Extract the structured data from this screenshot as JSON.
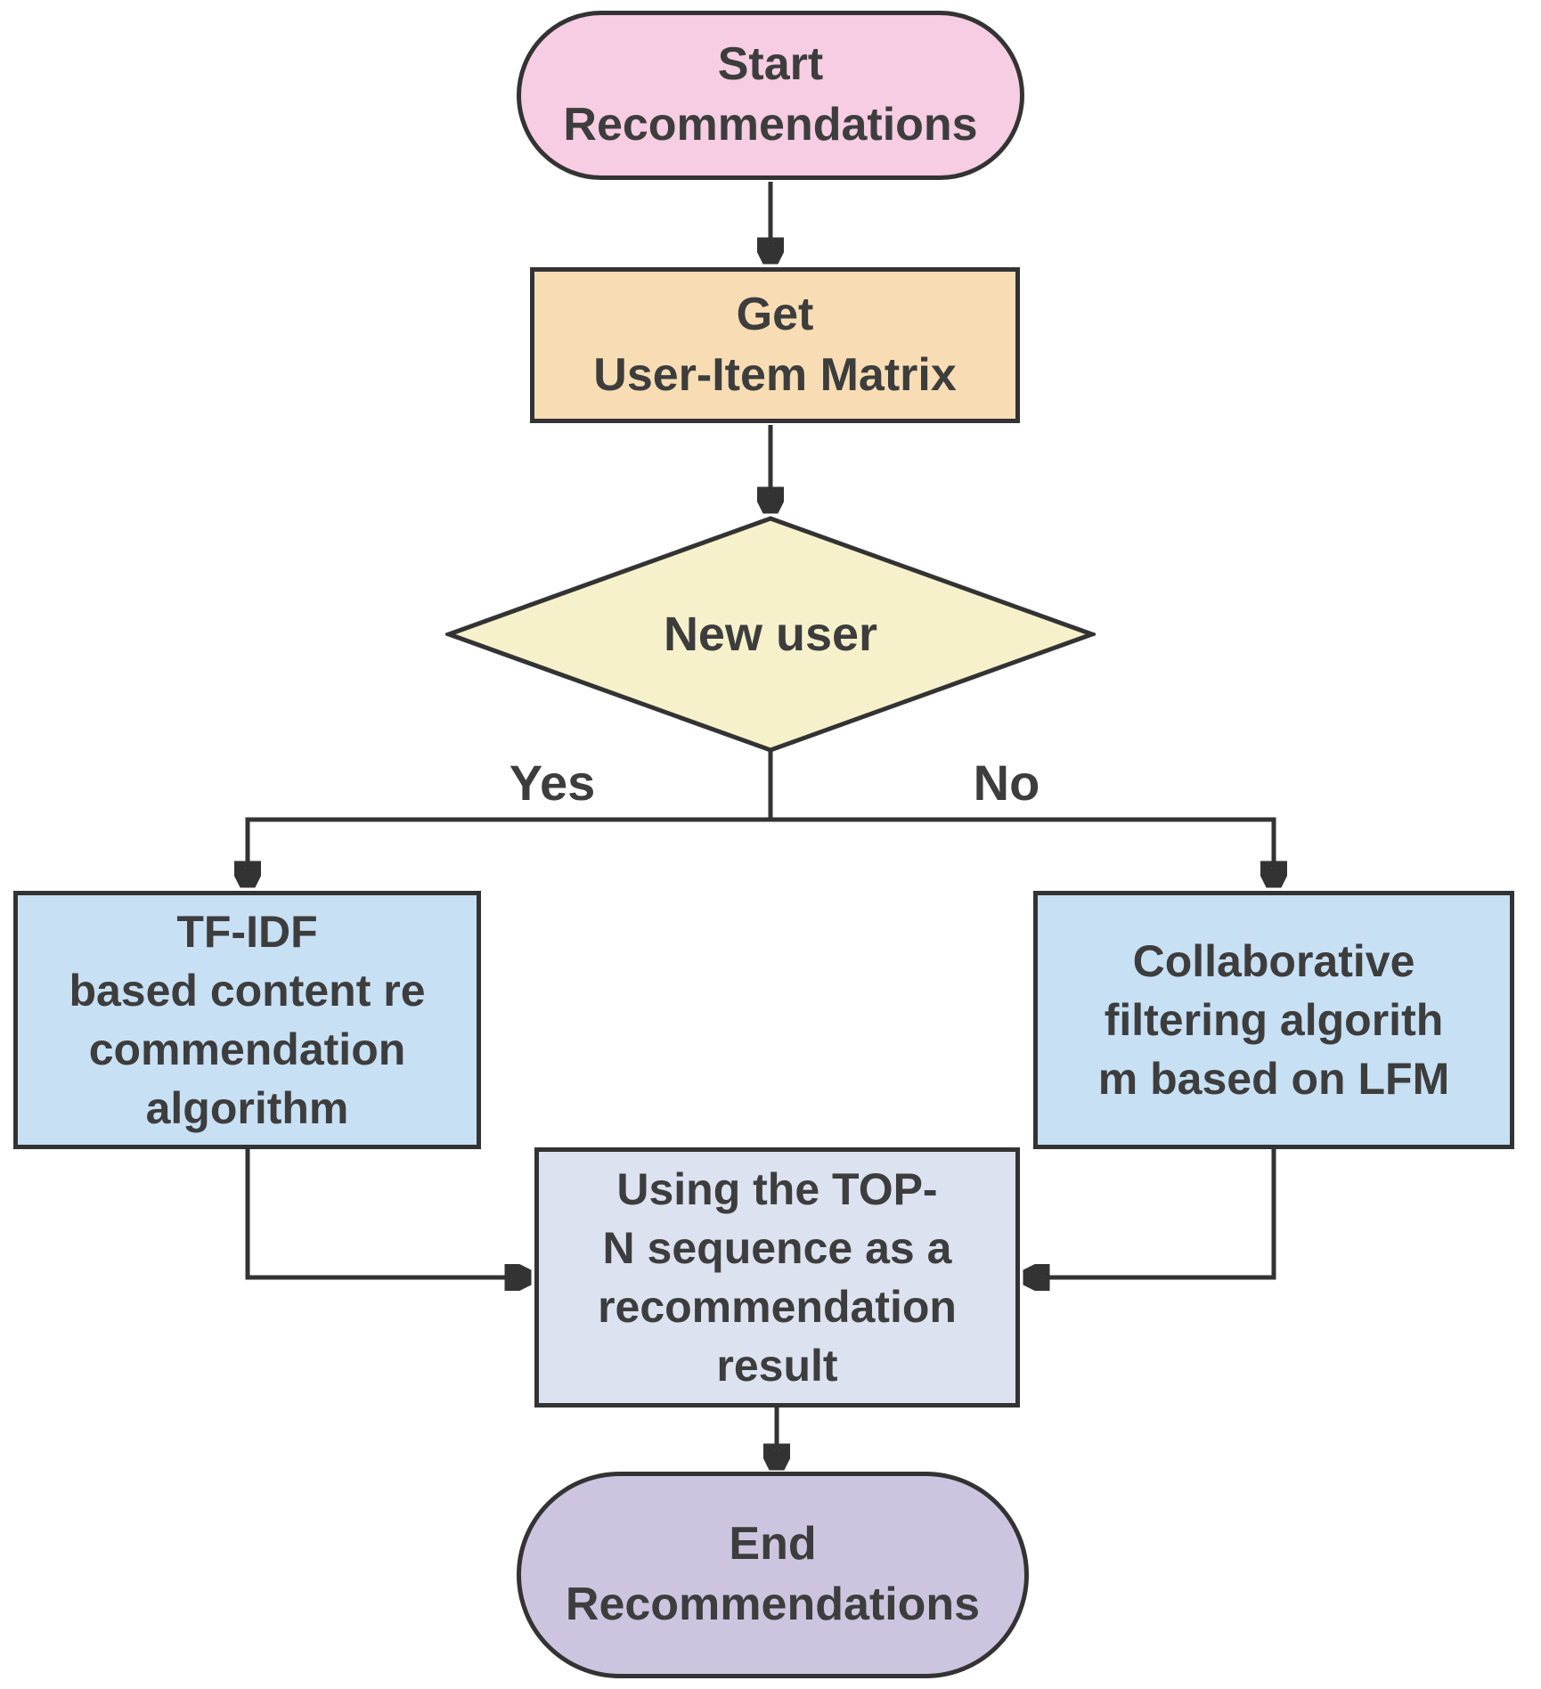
{
  "diagram": {
    "type": "flowchart",
    "nodes": {
      "start": {
        "label": "Start\nRecommendations",
        "shape": "stadium",
        "fill": "#F6CDE2"
      },
      "get_matrix": {
        "label": "Get\nUser-Item Matrix",
        "shape": "rectangle",
        "fill": "#F8DDB4"
      },
      "decision": {
        "label": "New user",
        "shape": "diamond",
        "fill": "#F6F1CB"
      },
      "content_based": {
        "label": "TF-IDF\nbased content re\ncommendation\nalgorithm",
        "shape": "rectangle",
        "fill": "#C8E0F4"
      },
      "collaborative": {
        "label": "Collaborative\nfiltering algorith\nm based on LFM",
        "shape": "rectangle",
        "fill": "#C8E0F4"
      },
      "merge": {
        "label": "Using the TOP-\nN sequence as a\nrecommendation\nresult",
        "shape": "rectangle",
        "fill": "#DCE2F0"
      },
      "end": {
        "label": "End\nRecommendations",
        "shape": "stadium",
        "fill": "#CDC5E0"
      }
    },
    "branch_labels": {
      "yes": "Yes",
      "no": "No"
    },
    "edges": [
      {
        "from": "start",
        "to": "get_matrix"
      },
      {
        "from": "get_matrix",
        "to": "decision"
      },
      {
        "from": "decision",
        "to": "content_based",
        "label": "Yes"
      },
      {
        "from": "decision",
        "to": "collaborative",
        "label": "No"
      },
      {
        "from": "content_based",
        "to": "merge"
      },
      {
        "from": "collaborative",
        "to": "merge"
      },
      {
        "from": "merge",
        "to": "end"
      }
    ],
    "colors": {
      "line": "#333333",
      "text": "#3D3D3D",
      "border": "#333333",
      "background": "#FFFFFF"
    }
  }
}
